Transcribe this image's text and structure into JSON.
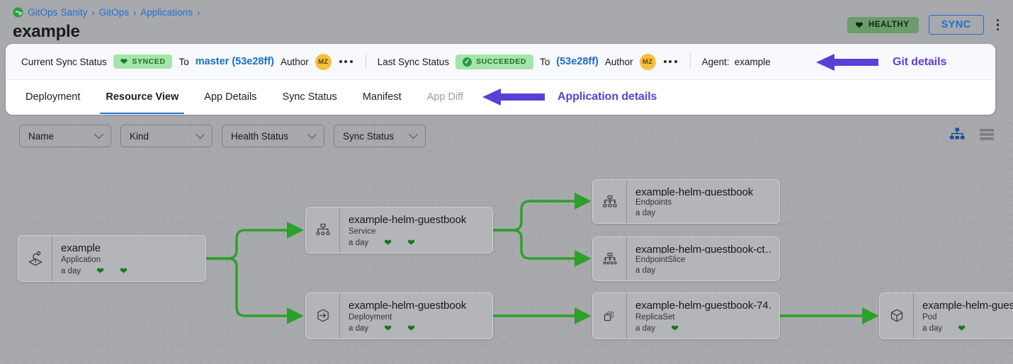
{
  "header": {
    "breadcrumb": {
      "icon": "gitops-logo-icon",
      "items": [
        "GitOps Sanity",
        "GitOps",
        "Applications"
      ],
      "separator": "›",
      "trailing_separator": "›"
    },
    "title": "example",
    "health_badge": {
      "label": "HEALTHY",
      "icon": "heart-icon",
      "bg": "#6c9b6e",
      "fg": "#11270f"
    },
    "sync_button": "SYNC",
    "overflow_menu": "kebab-menu-icon"
  },
  "status_bar": {
    "current": {
      "label": "Current Sync Status",
      "badge": {
        "text": "SYNCED",
        "icon": "heart-icon",
        "bg": "#a5e5ab",
        "fg": "#1d6b29"
      },
      "to_word": "To",
      "revision": "master (53e28ff)",
      "author_label": "Author",
      "author_initials": "MZ",
      "author_color": "#f7bf3c",
      "more": "ellipsis-icon"
    },
    "last": {
      "label": "Last Sync Status",
      "badge": {
        "text": "SUCCEEDED",
        "icon": "check-circle-icon",
        "bg": "#a5e5ab",
        "fg": "#1d6b29"
      },
      "to_word": "To",
      "revision": "(53e28ff)",
      "author_label": "Author",
      "author_initials": "MZ",
      "author_color": "#f7bf3c",
      "more": "ellipsis-icon"
    },
    "agent": {
      "label": "Agent:",
      "value": "example"
    }
  },
  "tabs": [
    {
      "label": "Deployment",
      "state": "normal"
    },
    {
      "label": "Resource View",
      "state": "active"
    },
    {
      "label": "App Details",
      "state": "normal"
    },
    {
      "label": "Sync Status",
      "state": "normal"
    },
    {
      "label": "Manifest",
      "state": "normal"
    },
    {
      "label": "App Diff",
      "state": "disabled"
    }
  ],
  "annotations": [
    {
      "text": "Git details",
      "color": "#5b3fd6",
      "arrow": "arrow-left"
    },
    {
      "text": "Application details",
      "color": "#5b3fd6",
      "arrow": "arrow-left"
    }
  ],
  "filters": [
    {
      "label": "Name"
    },
    {
      "label": "Kind"
    },
    {
      "label": "Health Status"
    },
    {
      "label": "Sync Status"
    }
  ],
  "view_toggles": [
    {
      "name": "tree-view-icon",
      "active": true,
      "color": "#1b4f96"
    },
    {
      "name": "list-view-icon",
      "active": false,
      "color": "#7b7d83"
    }
  ],
  "graph": {
    "edge_color": "#2ba02b",
    "nodes": [
      {
        "id": "app",
        "icon": "argo-application-icon",
        "name": "example",
        "kind": "Application",
        "age": "a day",
        "hearts": 2
      },
      {
        "id": "svc",
        "icon": "service-icon",
        "name": "example-helm-guestbook",
        "kind": "Service",
        "age": "a day",
        "hearts": 2
      },
      {
        "id": "dep",
        "icon": "deployment-icon",
        "name": "example-helm-guestbook",
        "kind": "Deployment",
        "age": "a day",
        "hearts": 2
      },
      {
        "id": "ep",
        "icon": "endpoints-icon",
        "name": "example-helm-guestbook",
        "kind": "Endpoints",
        "age": "a day",
        "hearts": 0
      },
      {
        "id": "eps",
        "icon": "endpointslice-icon",
        "name": "example-helm-guestbook-ct…",
        "kind": "EndpointSlice",
        "age": "a day",
        "hearts": 0
      },
      {
        "id": "rs",
        "icon": "replicaset-icon",
        "name": "example-helm-guestbook-74…",
        "kind": "ReplicaSet",
        "age": "a day",
        "hearts": 1
      },
      {
        "id": "pod",
        "icon": "pod-icon",
        "name": "example-helm-guest",
        "kind": "Pod",
        "age": "a day",
        "hearts": 1
      }
    ]
  }
}
